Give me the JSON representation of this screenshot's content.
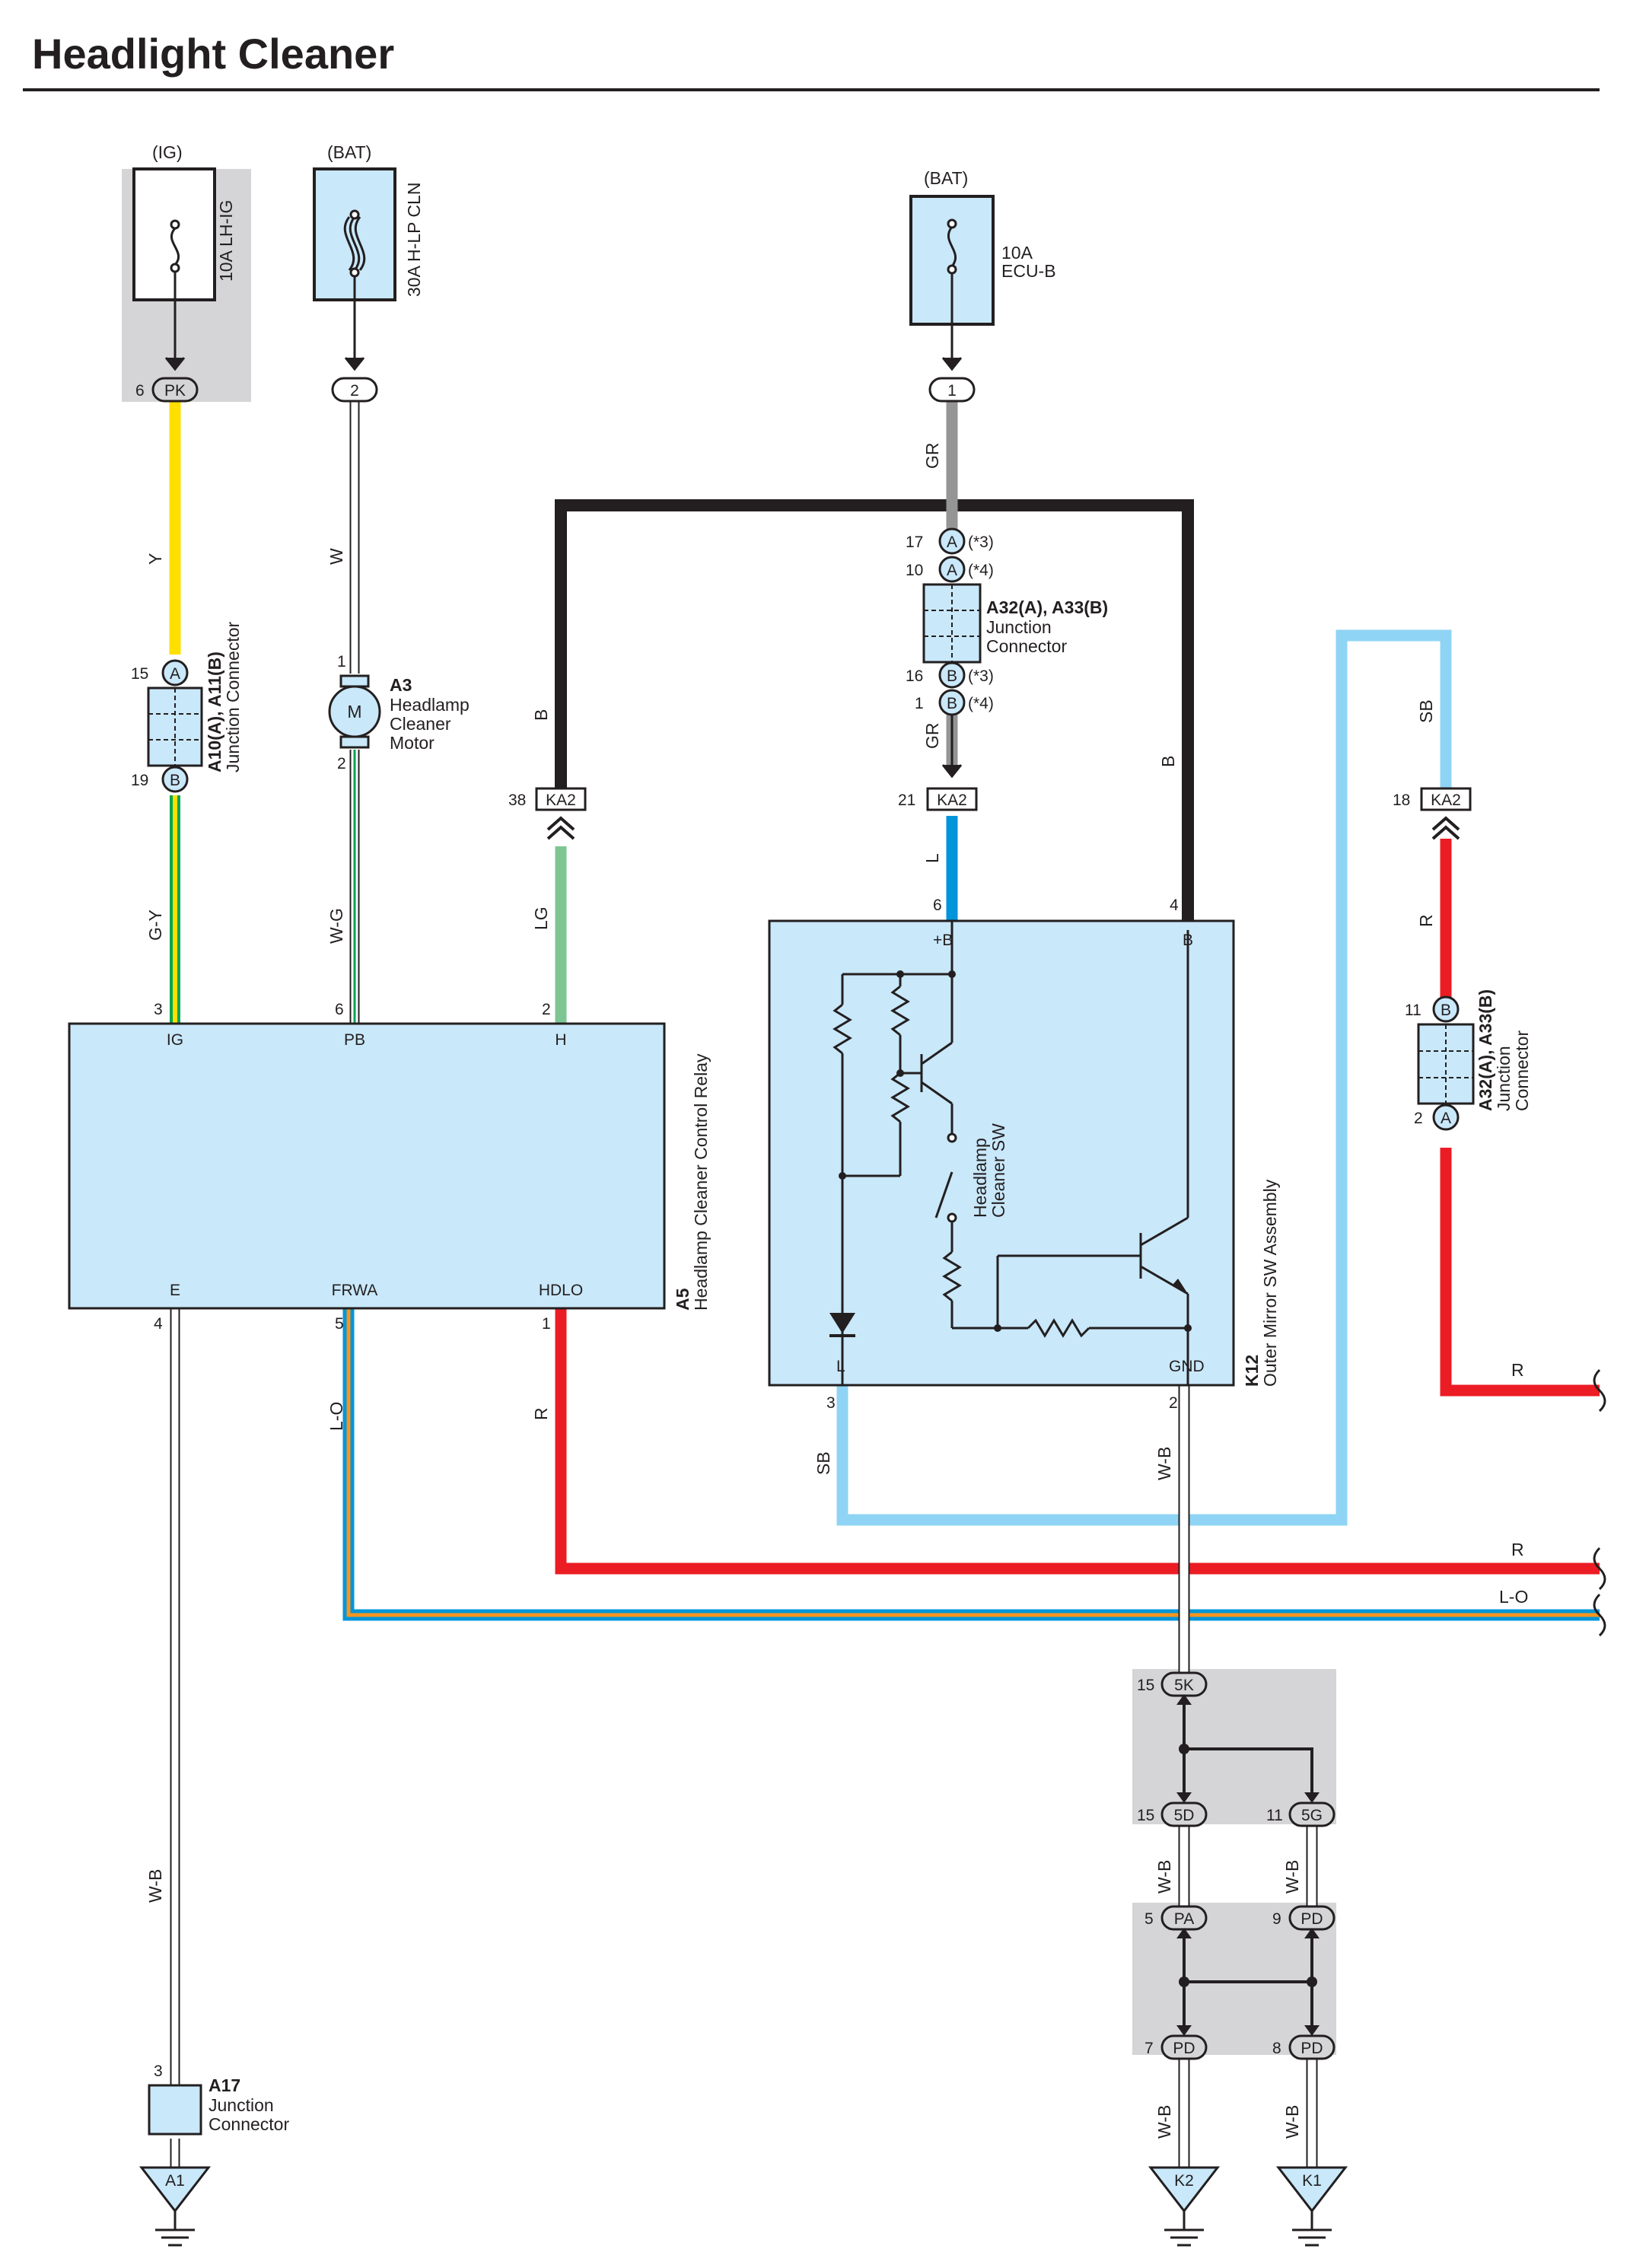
{
  "title": "Headlight Cleaner",
  "power_sources": {
    "ig": "(IG)",
    "bat1": "(BAT)",
    "bat2": "(BAT)"
  },
  "fuses": {
    "f1": "10A LH-IG",
    "f2": "30A H-LP CLN",
    "f3_rating": "10A",
    "f3_name": "ECU-B"
  },
  "connectors": {
    "pk": "PK",
    "pk_pin": "6",
    "c2": "2",
    "c1": "1",
    "ka2": "KA2",
    "ka2_pin_38": "38",
    "ka2_pin_21": "21",
    "ka2_pin_18": "18",
    "a": "A",
    "b": "B",
    "pin_15": "15",
    "pin_19": "19",
    "pin_17": "17",
    "pin_10": "10",
    "pin_16": "16",
    "pin_1": "1",
    "pin_11": "11",
    "pin_2": "2",
    "note_3": "(*3)",
    "note_4": "(*4)",
    "c5k": "5K",
    "c5k_pin": "15",
    "c5d": "5D",
    "c5d_pin": "15",
    "c5g": "5G",
    "c5g_pin": "11",
    "pa": "PA",
    "pa_pin": "5",
    "pd_top": "PD",
    "pd_top_pin": "9",
    "pd_bl": "PD",
    "pd_bl_pin": "7",
    "pd_br": "PD",
    "pd_br_pin": "8"
  },
  "components": {
    "a10": {
      "id": "A10(A), A11(B)",
      "name": "Junction Connector"
    },
    "a3": {
      "id": "A3",
      "line1": "Headlamp",
      "line2": "Cleaner",
      "line3": "Motor",
      "pin_top": "1",
      "pin_bottom": "2",
      "symbol": "M"
    },
    "a32_top": {
      "id": "A32(A), A33(B)",
      "line1": "Junction",
      "line2": "Connector"
    },
    "a32_right": {
      "id": "A32(A), A33(B)",
      "line1": "Junction",
      "line2": "Connector"
    },
    "a5": {
      "id": "A5",
      "name": "Headlamp Cleaner Control Relay",
      "pins": {
        "ig": "IG",
        "pb": "PB",
        "h": "H",
        "e": "E",
        "frwa": "FRWA",
        "hdlo": "HDLO"
      },
      "pin_nums": {
        "ig": "3",
        "pb": "6",
        "h": "2",
        "e": "4",
        "frwa": "5",
        "hdlo": "1"
      }
    },
    "k12": {
      "id": "K12",
      "name": "Outer Mirror SW Assembly",
      "pins": {
        "b_plus": "+B",
        "b": "B",
        "l": "L",
        "gnd": "GND"
      },
      "pin_nums": {
        "b_plus": "6",
        "b": "4",
        "l": "3",
        "gnd": "2"
      },
      "switch_line1": "Headlamp",
      "switch_line2": "Cleaner SW"
    },
    "a17": {
      "id": "A17",
      "line1": "Junction",
      "line2": "Connector",
      "pin": "3"
    }
  },
  "grounds": {
    "a1": "A1",
    "k2": "K2",
    "k1": "K1"
  },
  "wire_labels": {
    "y": "Y",
    "w": "W",
    "gr1": "GR",
    "gr2": "GR",
    "b1": "B",
    "b2": "B",
    "sb1": "SB",
    "sb2": "SB",
    "l": "L",
    "lg": "LG",
    "r1": "R",
    "r2": "R",
    "r3": "R",
    "r4": "R",
    "gy": "G-Y",
    "wg": "W-G",
    "lo1": "L-O",
    "lo2": "L-O",
    "wb1": "W-B",
    "wb2": "W-B",
    "wb3": "W-B",
    "wb4": "W-B",
    "wb5": "W-B",
    "wb6": "W-B"
  },
  "colors": {
    "yellow": "#ffdf00",
    "black": "#231f20",
    "gray": "#959595",
    "light_blue": "#8fd4f4",
    "blue": "#0095da",
    "green": "#7ec594",
    "red": "#ec1c24",
    "orange": "#f7941d",
    "dark_green": "#00a651",
    "component_fill": "#c9e8fa"
  }
}
